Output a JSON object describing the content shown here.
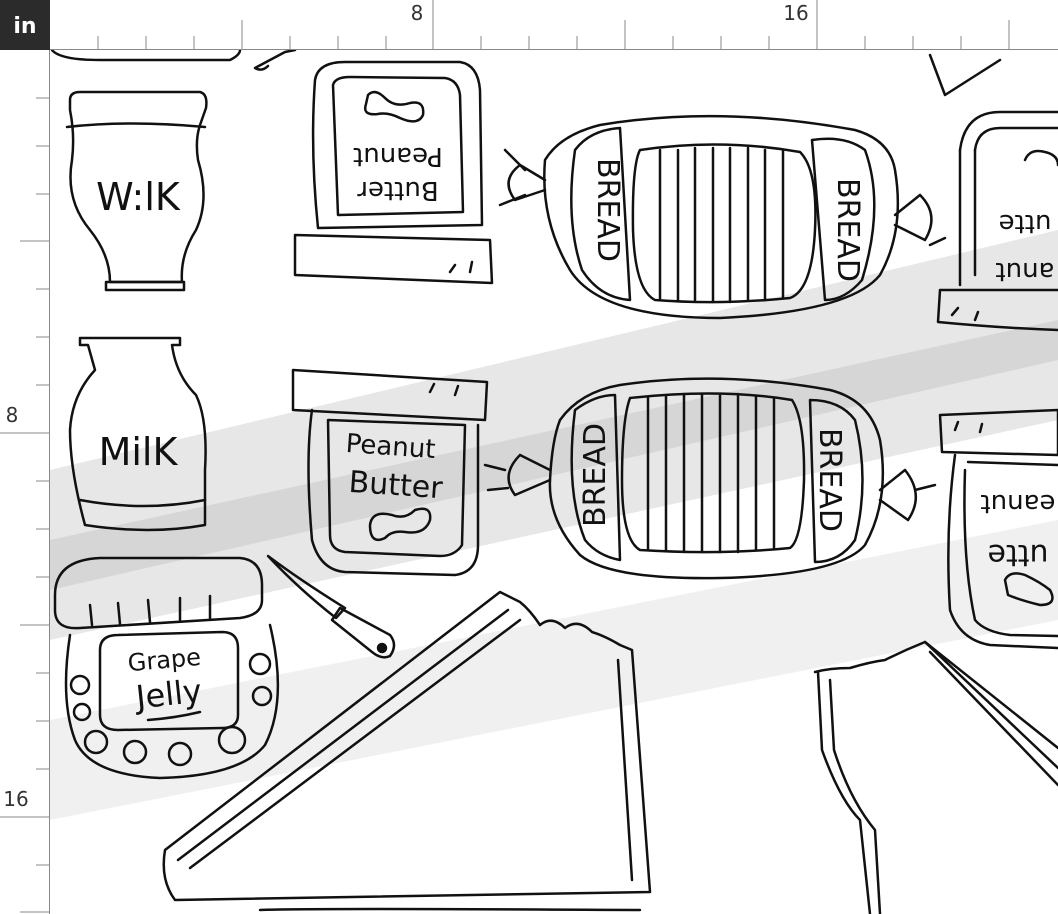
{
  "ruler": {
    "unit": "in",
    "top_labels": [
      "8",
      "16"
    ],
    "left_labels": [
      "8",
      "16"
    ]
  },
  "labels": {
    "milk_top": "W:lK",
    "milk_bottom": "MilK",
    "pb_left_top_line1": "Butter",
    "pb_left_top_line2": "Peanut",
    "pb_center_line1": "Peanut",
    "pb_center_line2": "Butter",
    "pb_right_top_line1": "utte",
    "pb_right_top_line2": "anut",
    "pb_right_mid_line1": "eanut",
    "pb_right_mid_line2": "utte",
    "bread": "BREAD",
    "jelly_line1": "Grape",
    "jelly_line2": "Jelly"
  },
  "colors": {
    "ink": "#111111",
    "ruler_bg": "#ffffff",
    "unit_box": "#2b2b2b",
    "shadow": "#d9d9d9"
  }
}
